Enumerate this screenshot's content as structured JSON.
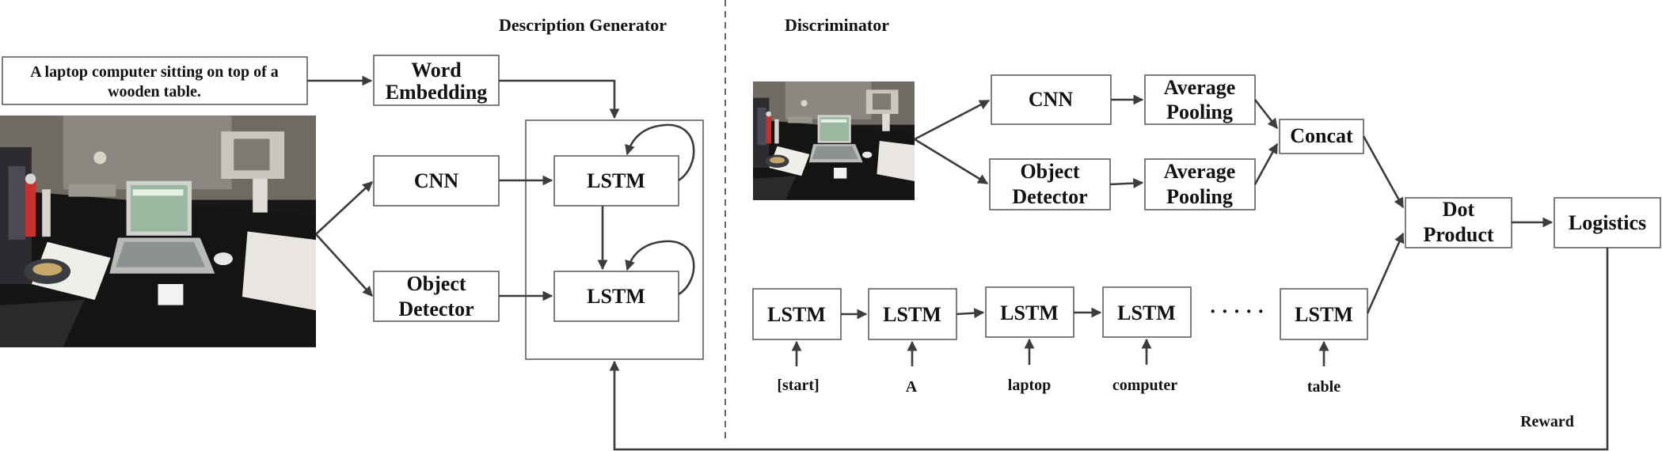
{
  "sections": {
    "generator_title": "Description Generator",
    "discriminator_title": "Discriminator"
  },
  "caption": {
    "line1": "A laptop computer sitting on top of a",
    "line2": "wooden table."
  },
  "generator": {
    "word_embedding": [
      "Word",
      "Embedding"
    ],
    "cnn": "CNN",
    "object_detector": [
      "Object",
      "Detector"
    ],
    "lstm_top": "LSTM",
    "lstm_bottom": "LSTM"
  },
  "discriminator": {
    "cnn": "CNN",
    "object_detector": [
      "Object",
      "Detector"
    ],
    "avg_pool_top": [
      "Average",
      "Pooling"
    ],
    "avg_pool_bottom": [
      "Average",
      "Pooling"
    ],
    "concat": "Concat",
    "dot_product": [
      "Dot",
      "Product"
    ],
    "logistics": "Logistics",
    "reward": "Reward",
    "lstm_chain": [
      {
        "label": "LSTM",
        "word": "[start]"
      },
      {
        "label": "LSTM",
        "word": "A"
      },
      {
        "label": "LSTM",
        "word": "laptop"
      },
      {
        "label": "LSTM",
        "word": "computer"
      },
      {
        "label": "LSTM",
        "word": "table"
      }
    ],
    "ellipsis": "· · · · ·"
  },
  "images": {
    "main_photo": "desk-photo-large",
    "thumb_photo": "desk-photo-small"
  },
  "colors": {
    "box_stroke": "#555555",
    "arrow": "#3c3c3c",
    "text": "#111111"
  }
}
